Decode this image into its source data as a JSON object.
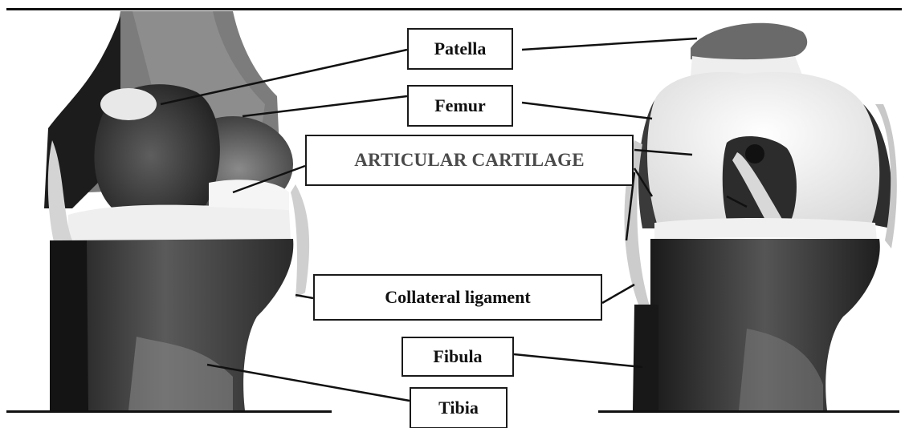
{
  "labels": {
    "patella": "Patella",
    "femur": "Femur",
    "articular_cartilage": "ARTICULAR CARTILAGE",
    "collateral_ligament": "Collateral ligament",
    "fibula": "Fibula",
    "tibia": "Tibia"
  },
  "colors": {
    "bone_dark": "#2a2a2a",
    "bone_mid": "#6e6e6e",
    "cartilage_light": "#f2f2f2",
    "line": "#111111"
  }
}
